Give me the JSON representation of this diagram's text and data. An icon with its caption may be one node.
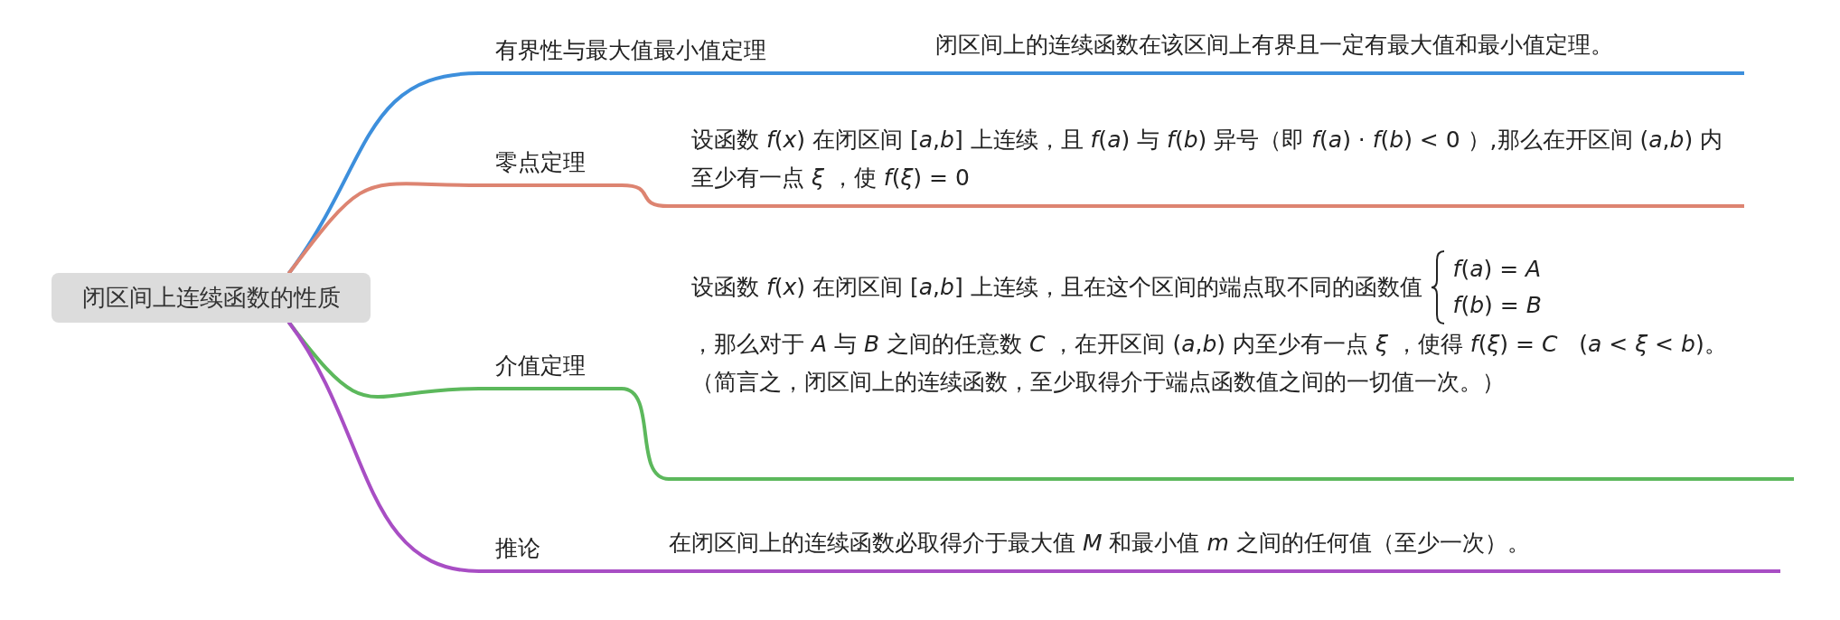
{
  "diagram": {
    "nodes": [
      {
        "text": [
          "闭区间上连续函数的性质"
        ]
      },
      {
        "text": [
          "有界性与最大值最小值定理"
        ]
      },
      {
        "text": [
          "闭区间上的连续函数在该区间上有界且一定有最大值和最小值定理。"
        ]
      },
      {
        "text": [
          "零点定理"
        ]
      },
      {
        "text": [
          "设函数 *f*(*x*) 在闭区间 [*a*,*b*] 上连续，且 *f*(*a*) 与 *f*(*b*) 异号（即 *f*(*a*) · *f*(*b*) < 0 ）,那么在开区间 (*a*,*b*) 内至少有一点 *ξ* ，使 *f*(*ξ*) = 0"
        ]
      },
      {
        "text": [
          "介值定理"
        ]
      },
      {
        "text": [
          "设函数 *f*(*x*) 在闭区间 [*a*,*b*] 上连续，且在这个区间的端点取不同的函数值",
          "*f*(*a*) = *A*",
          "*f*(*b*) = *B*",
          "，那么对于 *A* 与 *B* 之间的任意数 *C* ，在开区间 (*a*,*b*) 内至少有一点 *ξ* ，使得 *f*(*ξ*) = *C*   (*a* < *ξ* < *b*)。（简言之，闭区间上的连续函数，至少取得介于端点函数值之间的一切值一次。）"
        ]
      },
      {
        "text": [
          "推论"
        ]
      },
      {
        "text": [
          "在闭区间上的连续函数必取得介于最大值 *M* 和最小值 *m* 之间的任何值（至少一次）。"
        ]
      }
    ],
    "edges": [
      {
        "from": 0,
        "to": 1,
        "arrow": "none",
        "color": "#3d8fdc"
      },
      {
        "from": 1,
        "to": 2,
        "arrow": "none",
        "color": "#3d8fdc"
      },
      {
        "from": 0,
        "to": 3,
        "arrow": "none",
        "color": "#dd8471"
      },
      {
        "from": 3,
        "to": 4,
        "arrow": "none",
        "color": "#dd8471"
      },
      {
        "from": 0,
        "to": 5,
        "arrow": "none",
        "color": "#5cb85c"
      },
      {
        "from": 5,
        "to": 6,
        "arrow": "none",
        "color": "#5cb85c"
      },
      {
        "from": 0,
        "to": 7,
        "arrow": "none",
        "color": "#a84ec4"
      },
      {
        "from": 7,
        "to": 8,
        "arrow": "none",
        "color": "#a84ec4"
      }
    ]
  }
}
